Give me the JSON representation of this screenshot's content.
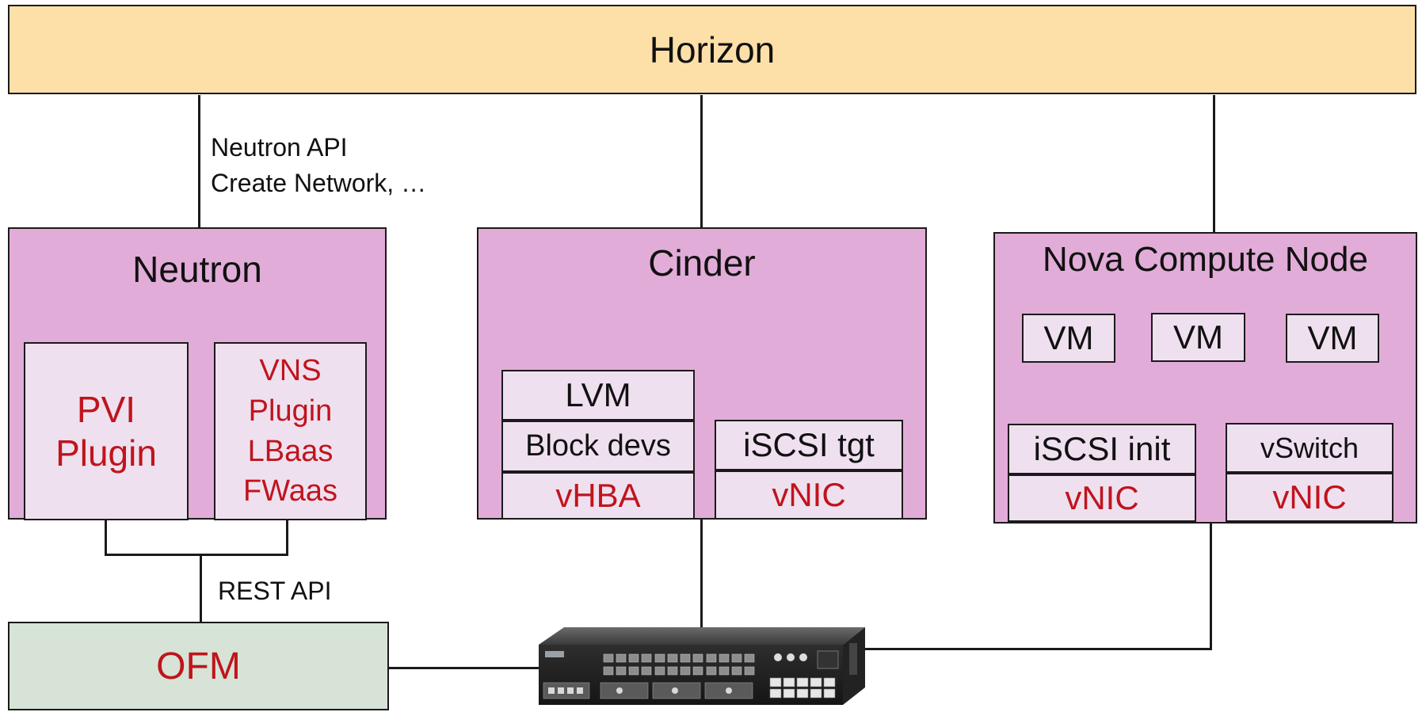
{
  "horizon": {
    "label": "Horizon"
  },
  "annotations": {
    "neutron_api_line1": "Neutron API",
    "neutron_api_line2": "Create Network, …",
    "rest_api": "REST API"
  },
  "neutron": {
    "title": "Neutron",
    "pvi_plugin": [
      "PVI",
      "Plugin"
    ],
    "vns_plugin": [
      "VNS",
      "Plugin",
      "LBaas",
      "FWaas"
    ]
  },
  "cinder": {
    "title": "Cinder",
    "lvm": "LVM",
    "block_devs": "Block devs",
    "vhba": "vHBA",
    "iscsi_tgt": "iSCSI tgt",
    "vnic": "vNIC"
  },
  "nova": {
    "title": "Nova Compute Node",
    "vms": [
      "VM",
      "VM",
      "VM"
    ],
    "iscsi_init": "iSCSI init",
    "vswitch": "vSwitch",
    "vnic_left": "vNIC",
    "vnic_right": "vNIC"
  },
  "ofm": {
    "label": "OFM"
  },
  "colors": {
    "horizon_fill": "#fde0a8",
    "component_fill": "#e2acd8",
    "subbox_fill": "#efe0ef",
    "ofm_fill": "#d6e3d6",
    "accent_red": "#c0141c"
  },
  "icons": {
    "switch": "network-switch-appliance"
  }
}
